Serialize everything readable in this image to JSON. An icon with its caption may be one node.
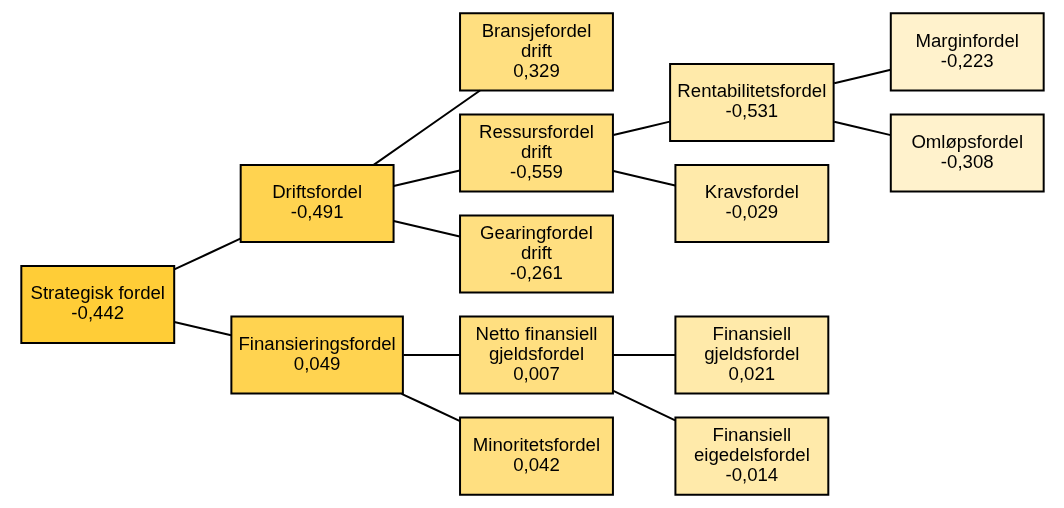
{
  "diagram": {
    "nodes": [
      {
        "text": [
          "Strategisk fordel",
          "-0,442"
        ]
      },
      {
        "text": [
          "Driftsfordel",
          "-0,491"
        ]
      },
      {
        "text": [
          "Finansieringsfordel",
          "0,049"
        ]
      },
      {
        "text": [
          "Bransjefordel drift",
          "0,329"
        ]
      },
      {
        "text": [
          "Ressursfordel drift",
          "-0,559"
        ]
      },
      {
        "text": [
          "Gearingfordel drift",
          "-0,261"
        ]
      },
      {
        "text": [
          "Netto finansiell gjeldsfordel",
          "0,007"
        ]
      },
      {
        "text": [
          "Minoritetsfordel",
          "0,042"
        ]
      },
      {
        "text": [
          "Rentabilitetsfordel",
          "-0,531"
        ]
      },
      {
        "text": [
          "Kravsfordel",
          "-0,029"
        ]
      },
      {
        "text": [
          "Finansiell gjeldsfordel",
          "0,021"
        ]
      },
      {
        "text": [
          "Finansiell eigedelsfordel",
          "-0,014"
        ]
      },
      {
        "text": [
          "Marginfordel",
          "-0,223"
        ]
      },
      {
        "text": [
          "Omløpsfordel",
          "-0,308"
        ]
      }
    ],
    "edges": [
      {
        "from": 0,
        "to": 1,
        "arrow": "none"
      },
      {
        "from": 0,
        "to": 2,
        "arrow": "none"
      },
      {
        "from": 1,
        "to": 3,
        "arrow": "none"
      },
      {
        "from": 1,
        "to": 4,
        "arrow": "none"
      },
      {
        "from": 1,
        "to": 5,
        "arrow": "none"
      },
      {
        "from": 2,
        "to": 6,
        "arrow": "none"
      },
      {
        "from": 2,
        "to": 7,
        "arrow": "none"
      },
      {
        "from": 4,
        "to": 8,
        "arrow": "none"
      },
      {
        "from": 4,
        "to": 9,
        "arrow": "none"
      },
      {
        "from": 6,
        "to": 10,
        "arrow": "none"
      },
      {
        "from": 6,
        "to": 11,
        "arrow": "none"
      },
      {
        "from": 8,
        "to": 12,
        "arrow": "none"
      },
      {
        "from": 8,
        "to": 13,
        "arrow": "none"
      }
    ]
  }
}
